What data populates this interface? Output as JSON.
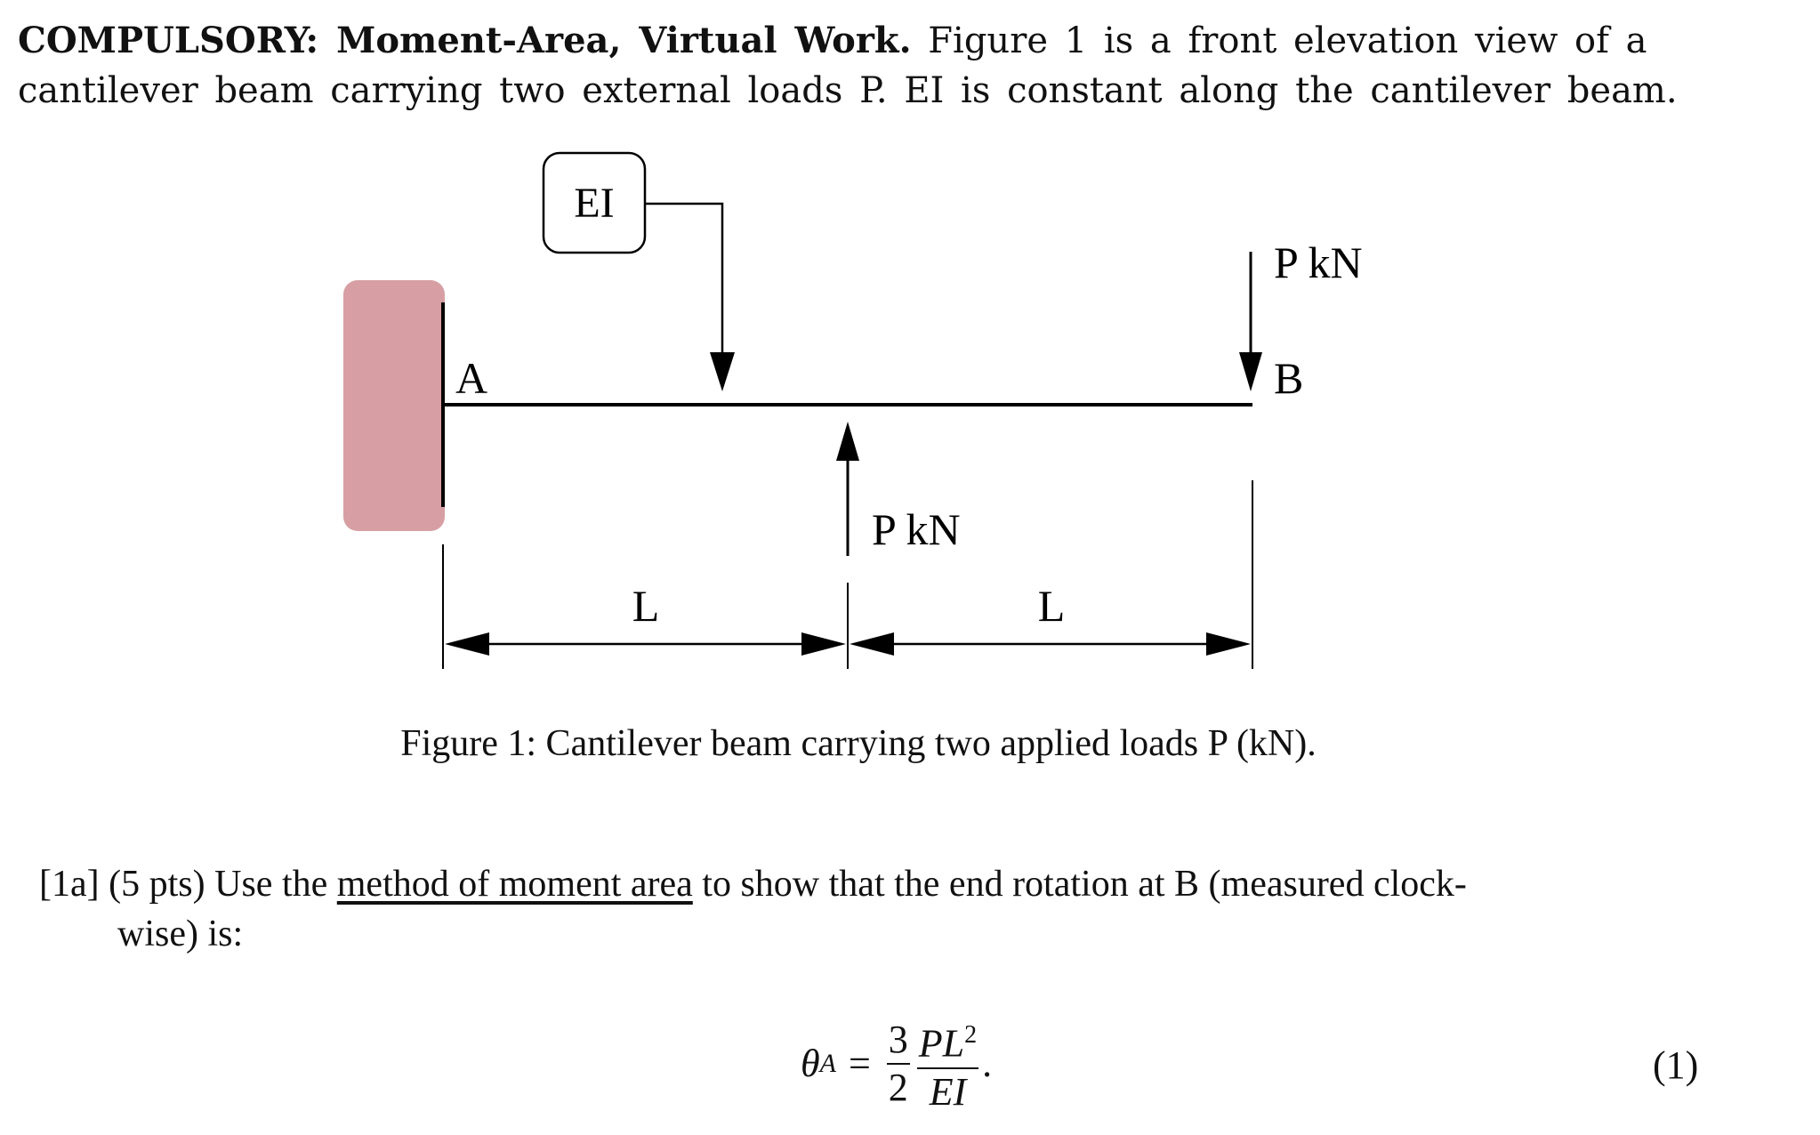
{
  "intro": {
    "heading": "COMPULSORY: Moment-Area, Virtual Work.",
    "body": "Figure 1 is a front elevation view of a cantilever beam carrying two external loads P. EI is constant along the cantilever beam."
  },
  "figure": {
    "ei_label": "EI",
    "top_load_label": "P kN",
    "bottom_load_label": "P kN",
    "point_a": "A",
    "point_b": "B",
    "span_left_label": "L",
    "span_right_label": "L",
    "support_color": "#d79fa3",
    "caption": "Figure 1: Cantilever beam carrying two applied loads P (kN)."
  },
  "question": {
    "tag": "[1a]",
    "points": "(5 pts)",
    "text_before": "Use the",
    "method": "method of moment area",
    "text_after": "to show that the end rotation at B (measured clock-",
    "text_cont": "wise) is:"
  },
  "equation": {
    "lhs_symbol": "θ",
    "lhs_subscript": "A",
    "equals": "=",
    "coef_num": "3",
    "coef_den": "2",
    "var_num": "PL",
    "var_num_exp": "2",
    "var_den": "EI",
    "period": ".",
    "number": "(1)"
  }
}
